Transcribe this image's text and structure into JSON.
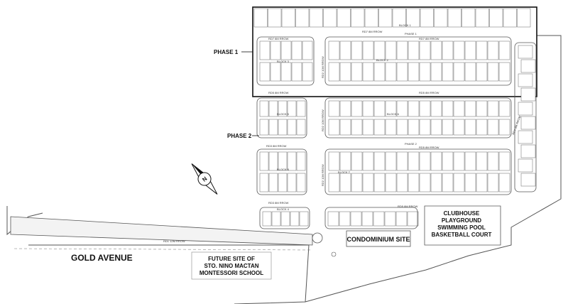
{
  "labels": {
    "phase1": "PHASE 1",
    "phase2": "PHASE 2",
    "gold_avenue": "GOLD AVENUE",
    "condominium": "CONDOMINIUM SITE",
    "future_site_line1": "FUTURE SITE OF",
    "future_site_line2": "STO. NINO MACTAN",
    "future_site_line3": "MONTESSORI SCHOOL",
    "clubhouse_line1": "CLUBHOUSE",
    "clubhouse_line2": "PLAYGROUND",
    "clubhouse_line3": "SWIMMING POOL",
    "clubhouse_line4": "BASKETBALL COURT",
    "north": "N",
    "block1": "BLOCK 1",
    "block2": "BLOCK 2",
    "block3": "BLOCK 3",
    "block4": "BLOCK 4",
    "block5": "BLOCK 5",
    "block6": "BLOCK 6",
    "block7": "BLOCK 7",
    "block8": "BLOCK 8",
    "road_8m_a": "RD7 8M RROW",
    "road_8m_b": "RD5 8M RROW",
    "road_8m_c": "RD3 8M RROW",
    "road_10m": "RD2 10M RROW",
    "road_12m": "RD1 12M RROW",
    "road_8m_d": "RD4 8M RROW",
    "road_8m_e": "RD6 8M RROW",
    "phase1_inline": "PHASE 1",
    "phase2_inline": "PHASE 2"
  },
  "colors": {
    "line": "#555555",
    "dark_line": "#111111",
    "road_fill": "#f3f3f3",
    "lot_fill": "#ffffff"
  }
}
